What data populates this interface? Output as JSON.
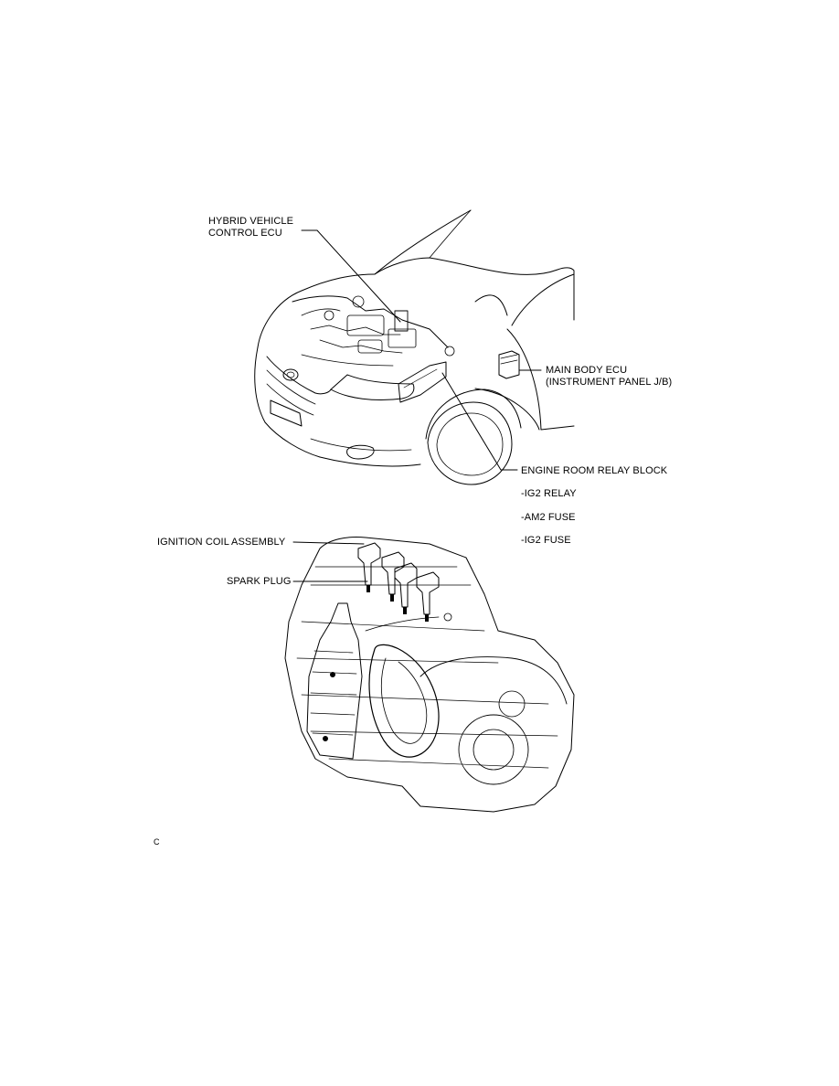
{
  "labels": {
    "hybrid_ecu": [
      "HYBRID VEHICLE",
      "CONTROL ECU"
    ],
    "main_body_ecu": [
      "MAIN BODY ECU",
      "(INSTRUMENT PANEL J/B)"
    ],
    "engine_room_relay_block": "ENGINE ROOM RELAY BLOCK",
    "relay_block_items": [
      "-IG2 RELAY",
      "-AM2 FUSE",
      "-IG2 FUSE"
    ],
    "ignition_coil_assembly": "IGNITION COIL ASSEMBLY",
    "spark_plug": "SPARK PLUG"
  },
  "footer_code": "C"
}
